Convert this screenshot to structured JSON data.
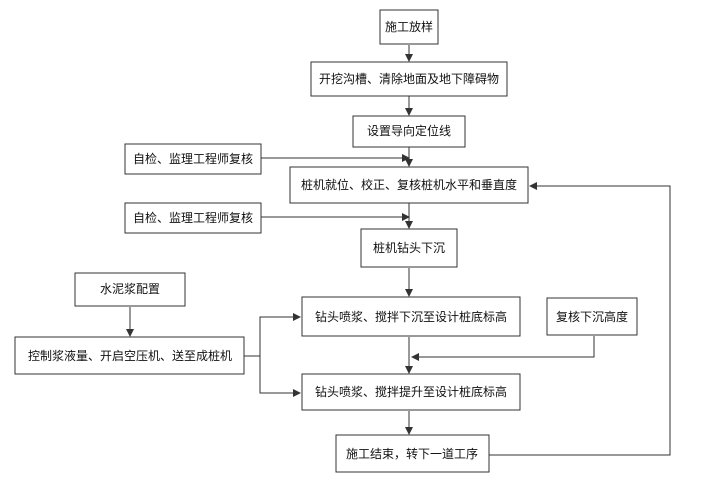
{
  "diagram": {
    "nodes": {
      "n1": "施工放样",
      "n2": "开挖沟槽、清除地面及地下障碍物",
      "n3": "设置导向定位线",
      "n4": "自检、监理工程师复核",
      "n5": "桩机就位、校正、复核桩机水平和垂直度",
      "n6": "自检、监理工程师复核",
      "n7": "桩机钻头下沉",
      "n8": "水泥浆配置",
      "n9": "钻头喷浆、搅拌下沉至设计桩底标高",
      "n10": "复核下沉高度",
      "n11": "控制浆液量、开启空压机、送至成桩机",
      "n12": "钻头喷浆、搅拌提升至设计桩底标高",
      "n13": "施工结束，转下一道工序"
    }
  }
}
